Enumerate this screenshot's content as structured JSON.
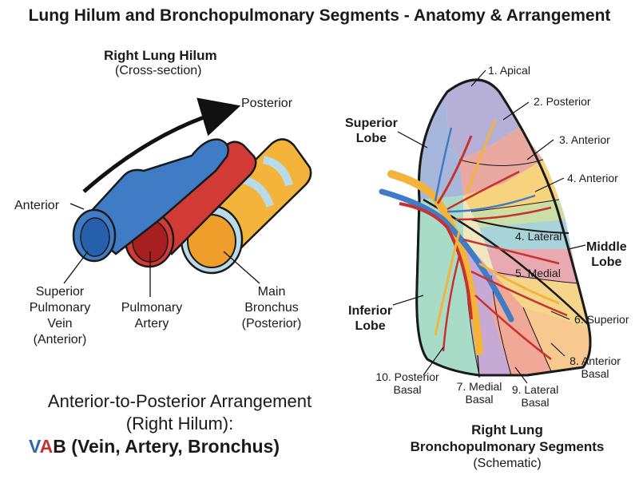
{
  "title": "Lung Hilum and Bronchopulmonary Segments - Anatomy & Arrangement",
  "hilum": {
    "heading": "Right Lung Hilum",
    "subheading": "(Cross-section)",
    "posterior_label": "Posterior",
    "anterior_label": "Anterior",
    "vein_label": [
      "Superior",
      "Pulmonary",
      "Vein",
      "(Anterior)"
    ],
    "artery_label": [
      "Pulmonary",
      "Artery"
    ],
    "bronchus_label": [
      "Main",
      "Bronchus",
      "(Posterior)"
    ]
  },
  "arrangement": {
    "line1": "Anterior-to-Posterior Arrangement",
    "line2": "(Right Hilum):",
    "mnemonic_v": "V",
    "mnemonic_a": "A",
    "mnemonic_b": "B",
    "mnemonic_rest": "(Vein, Artery, Bronchus)",
    "colors": {
      "v": "#2f67b0",
      "a": "#c8322e",
      "b": "#1a1a1a"
    }
  },
  "lung": {
    "superior_lobe": [
      "Superior",
      "Lobe"
    ],
    "middle_lobe": [
      "Middle",
      "Lobe"
    ],
    "inferior_lobe": [
      "Inferior",
      "Lobe"
    ],
    "segments": {
      "s1": "1. Apical",
      "s2": "2. Posterior",
      "s3": "3. Anterior",
      "s4": "4. Anterior",
      "s4b": "4. Lateral",
      "s5": "5. Medial",
      "s6": "6. Superior",
      "s8": [
        "8. Anterior",
        "Basal"
      ],
      "s9": [
        "9. Lateral",
        "Basal"
      ],
      "s7": [
        "7. Medial",
        "Basal"
      ],
      "s10": [
        "10. Posterior",
        "Basal"
      ]
    },
    "caption1": "Right Lung",
    "caption2": "Bronchopulmonary Segments",
    "caption3": "(Schematic)"
  }
}
